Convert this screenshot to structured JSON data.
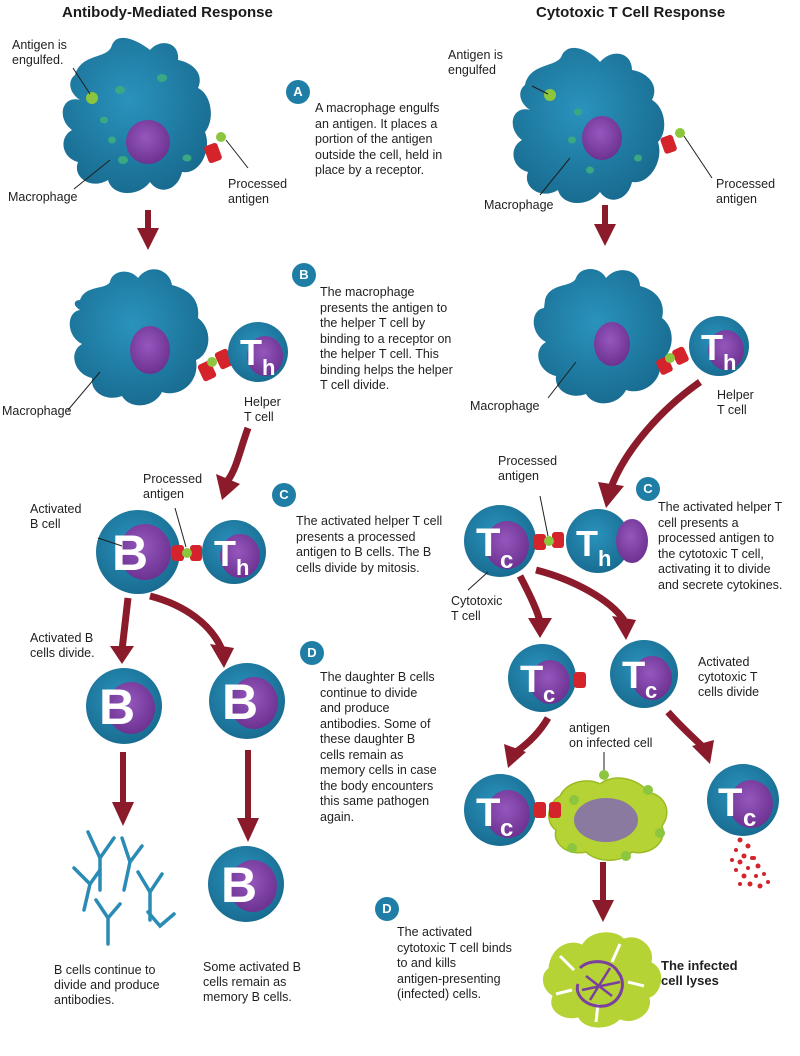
{
  "headings": {
    "left": "Antibody-Mediated Response",
    "right": "Cytotoxic T Cell Response"
  },
  "steps": {
    "a": {
      "badge": "A",
      "text": "A macrophage engulfs\nan antigen. It places a\nportion of the antigen\noutside the cell, held in\nplace by a receptor."
    },
    "b": {
      "badge": "B",
      "text": "The macrophage\npresents the antigen to\nthe helper T cell by\nbinding to a receptor on\nthe helper T cell. This\nbinding helps the helper\nT cell divide."
    },
    "c_left": {
      "badge": "C",
      "text": "The activated helper T cell\npresents a processed\nantigen to B cells. The B\ncells divide by mitosis."
    },
    "d_left": {
      "badge": "D",
      "text": "The daughter B cells\ncontinue to divide\nand produce\nantibodies. Some of\nthese daughter B\ncells remain as\nmemory cells in case\nthe body encounters\nthis same pathogen\nagain."
    },
    "c_right": {
      "badge": "C",
      "text": "The activated helper T\ncell presents a\nprocessed antigen to\nthe cytotoxic T cell,\nactivating it to divide\nand secrete cytokines."
    },
    "d_right": {
      "badge": "D",
      "text": "The activated\ncytotoxic T cell binds\nto and kills\nantigen-presenting\n(infected) cells."
    }
  },
  "labels": {
    "antigen_engulfed_left": "Antigen is\nengulfed.",
    "antigen_engulfed_right": "Antigen is\nengulfed",
    "macrophage_1": "Macrophage",
    "macrophage_2": "Macrophage",
    "macrophage_3": "Macrophage",
    "macrophage_4": "Macrophage",
    "processed_antigen_1": "Processed\nantigen",
    "processed_antigen_2": "Processed\nantigen",
    "processed_antigen_3": "Processed\nantigen",
    "processed_antigen_4": "Processed\nantigen",
    "helper_t_left": "Helper\nT cell",
    "helper_t_right": "Helper\nT cell",
    "activated_b_cell": "Activated\nB cell",
    "activated_b_divide": "Activated B\ncells divide.",
    "cytotoxic_t_cell": "Cytotoxic\nT cell",
    "activated_cytotoxic_divide": "Activated\ncytotoxic T\ncells divide",
    "antigen_infected": "antigen\non infected cell",
    "b_cells_continue": "B cells continue to\ndivide and produce\nantibodies.",
    "memory_b_cells": "Some activated B\ncells remain as\nmemory B cells.",
    "infected_lyses": "The infected\ncell lyses"
  },
  "cell_letters": {
    "b_cell": "B",
    "t_main": "T",
    "helper_sub": "h",
    "cytotoxic_sub": "c"
  },
  "colors": {
    "cell_blue": "#1f7ea5",
    "cell_blue_dark": "#145c7a",
    "nucleus_purple": "#7b3fa0",
    "antigen_green": "#8cc63f",
    "receptor_red": "#d4232a",
    "arrow_maroon": "#8b1a2b",
    "infected_green": "#b5d334",
    "antibody_blue": "#2a8bb5",
    "badge_blue": "#1f7ea5"
  }
}
